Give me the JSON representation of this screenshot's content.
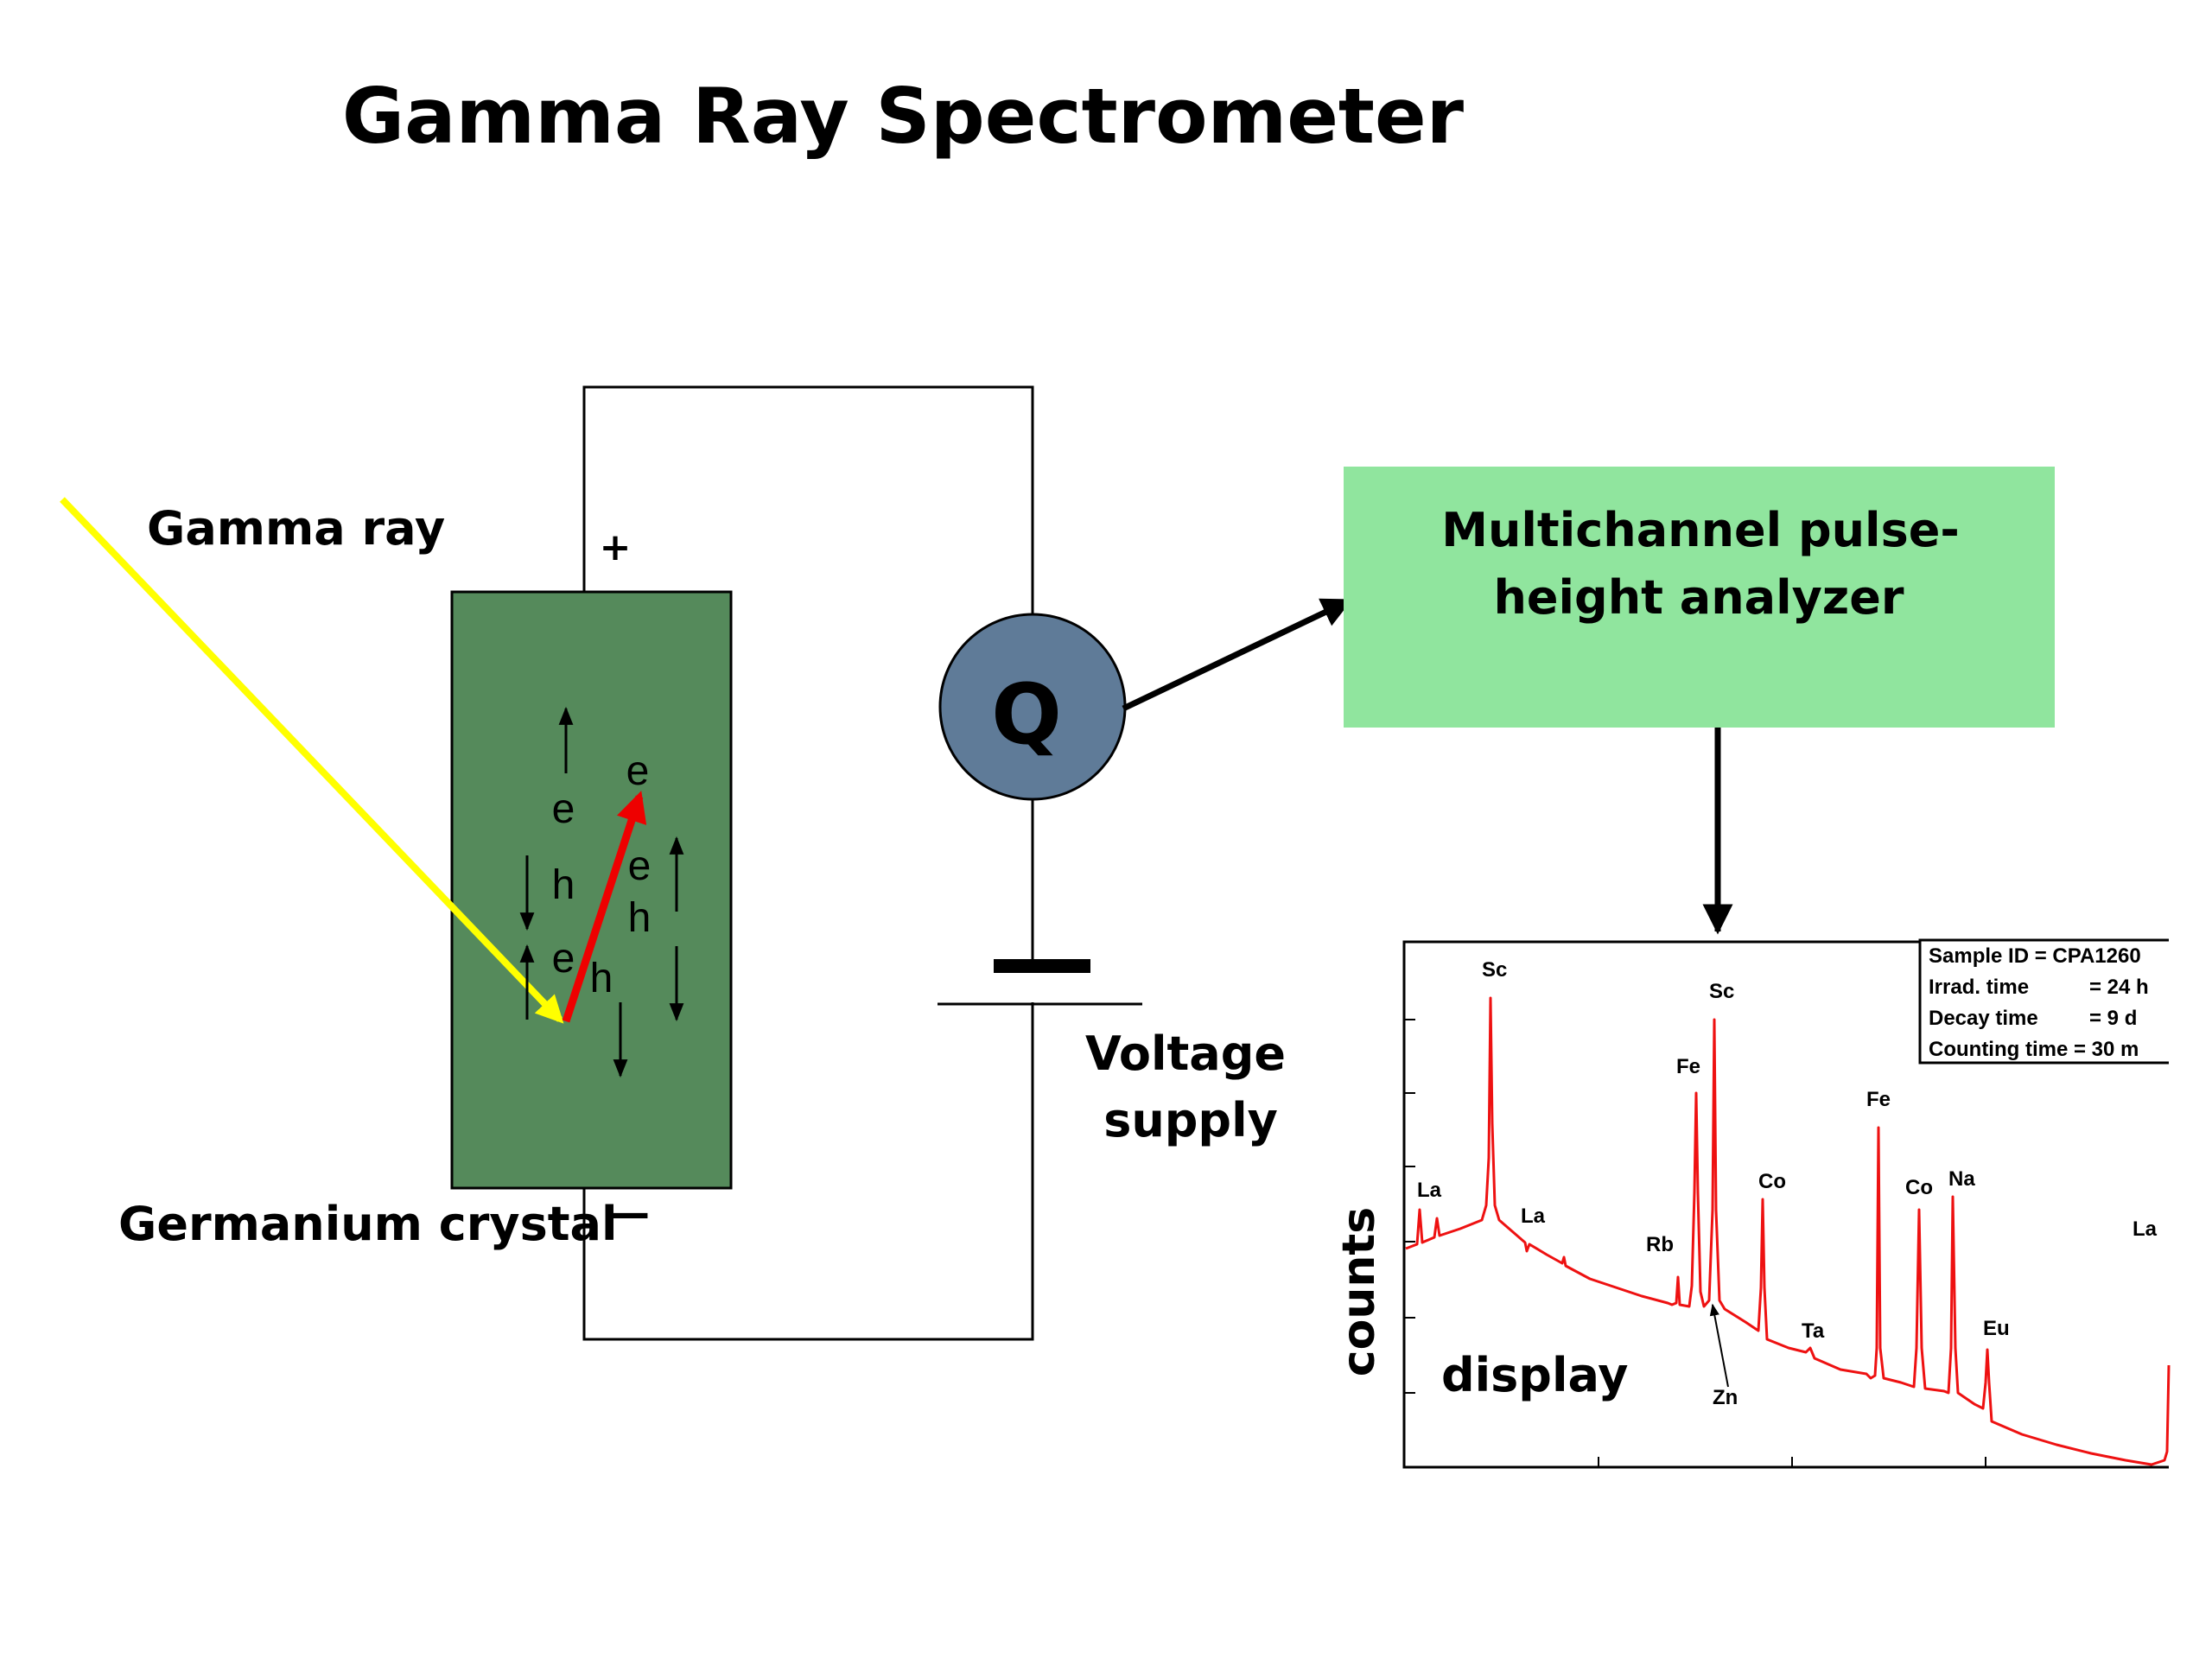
{
  "title": "Gamma Ray Spectrometer",
  "labels": {
    "gamma_ray": "Gamma ray",
    "germanium_crystal": "Germanium crystal",
    "plus": "+",
    "minus": "—",
    "charge": "Q",
    "voltage_supply_line1": "Voltage",
    "voltage_supply_line2": "supply",
    "analyzer_line1": "Multichannel pulse-",
    "analyzer_line2": "height analyzer",
    "display": "display",
    "counts": "counts"
  },
  "carriers": {
    "e1": "e",
    "e2": "e",
    "e3": "e",
    "e4": "e",
    "h1": "h",
    "h2": "h",
    "h3": "h"
  },
  "colors": {
    "crystal": "#558a5b",
    "gamma_ray": "#ffff00",
    "electron_track": "#ee0000",
    "charge_circle": "#5f7b98",
    "analyzer_box": "#90e59e",
    "spectrum": "#ee1111"
  },
  "spectrum_info": {
    "sample_id": "Sample ID = CPA1260",
    "irrad_time_label": "Irrad. time",
    "irrad_time_value": "= 24 h",
    "decay_time_label": "Decay time",
    "decay_time_value": "=   9 d",
    "counting_time_label": "Counting time = 30 m"
  },
  "peaks": {
    "sc1": "Sc",
    "sc2": "Sc",
    "fe1": "Fe",
    "fe2": "Fe",
    "la1": "La",
    "la2": "La",
    "la3": "La",
    "rb": "Rb",
    "co1": "Co",
    "co2": "Co",
    "na": "Na",
    "ta": "Ta",
    "eu": "Eu",
    "zn": "Zn"
  }
}
